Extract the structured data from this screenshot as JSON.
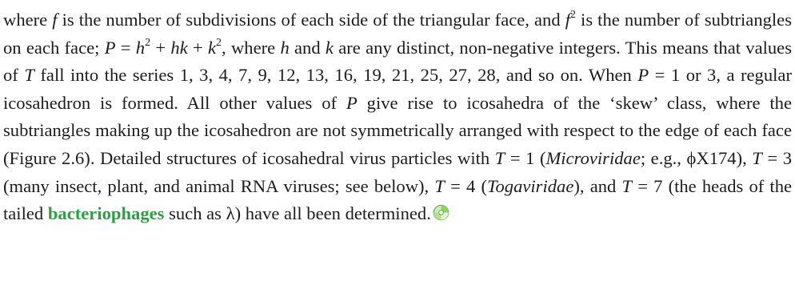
{
  "paragraph": {
    "segments": [
      {
        "t": "where ",
        "s": "n"
      },
      {
        "t": "f",
        "s": "v"
      },
      {
        "t": " is the number of subdivisions of each side of the triangular face, and ",
        "s": "n"
      },
      {
        "t": "f",
        "s": "v"
      },
      {
        "t": "2",
        "s": "sup"
      },
      {
        "t": " is the number of subtriangles on each face; ",
        "s": "n"
      },
      {
        "t": "P",
        "s": "v"
      },
      {
        "t": " = ",
        "s": "n"
      },
      {
        "t": "h",
        "s": "v"
      },
      {
        "t": "2",
        "s": "sup"
      },
      {
        "t": " + ",
        "s": "n"
      },
      {
        "t": "hk",
        "s": "v"
      },
      {
        "t": " + ",
        "s": "n"
      },
      {
        "t": "k",
        "s": "v"
      },
      {
        "t": "2",
        "s": "sup"
      },
      {
        "t": ", where ",
        "s": "n"
      },
      {
        "t": "h",
        "s": "v"
      },
      {
        "t": " and ",
        "s": "n"
      },
      {
        "t": "k",
        "s": "v"
      },
      {
        "t": " are any distinct, non-negative integers. This means that values of ",
        "s": "n"
      },
      {
        "t": "T",
        "s": "v"
      },
      {
        "t": " fall into the series 1, 3, 4, 7, 9, 12, 13, 16, 19, 21, 25, 27, 28, and so on. When ",
        "s": "n"
      },
      {
        "t": "P",
        "s": "v"
      },
      {
        "t": " = 1 or 3, a regular icosahedron is formed. All other values of ",
        "s": "n"
      },
      {
        "t": "P",
        "s": "v"
      },
      {
        "t": " give rise to icosahedra of the ‘skew’ class, where the subtriangles making up the icosahedron are not symmetrically arranged with respect to the edge of each face (Figure 2.6). Detailed structures of icosahedral virus particles with ",
        "s": "n"
      },
      {
        "t": "T",
        "s": "v"
      },
      {
        "t": " = 1 (",
        "s": "n"
      },
      {
        "t": "Microviridae",
        "s": "it"
      },
      {
        "t": "; e.g., ϕX174), ",
        "s": "n"
      },
      {
        "t": "T",
        "s": "v"
      },
      {
        "t": " = 3 (many insect, plant, and animal RNA viruses; see below), ",
        "s": "n"
      },
      {
        "t": "T",
        "s": "v"
      },
      {
        "t": " = 4 (",
        "s": "n"
      },
      {
        "t": "Togaviridae",
        "s": "it"
      },
      {
        "t": "), and ",
        "s": "n"
      },
      {
        "t": "T",
        "s": "v"
      },
      {
        "t": " = 7 (the heads of the tailed ",
        "s": "n"
      },
      {
        "t": "bacteriophages",
        "s": "kw"
      },
      {
        "t": " such as λ) have all been determined.",
        "s": "n"
      }
    ]
  },
  "icons": {
    "end_marker": "cd-rom-icon"
  },
  "colors": {
    "text": "#1c1c1c",
    "keyword": "#2e9e44"
  }
}
